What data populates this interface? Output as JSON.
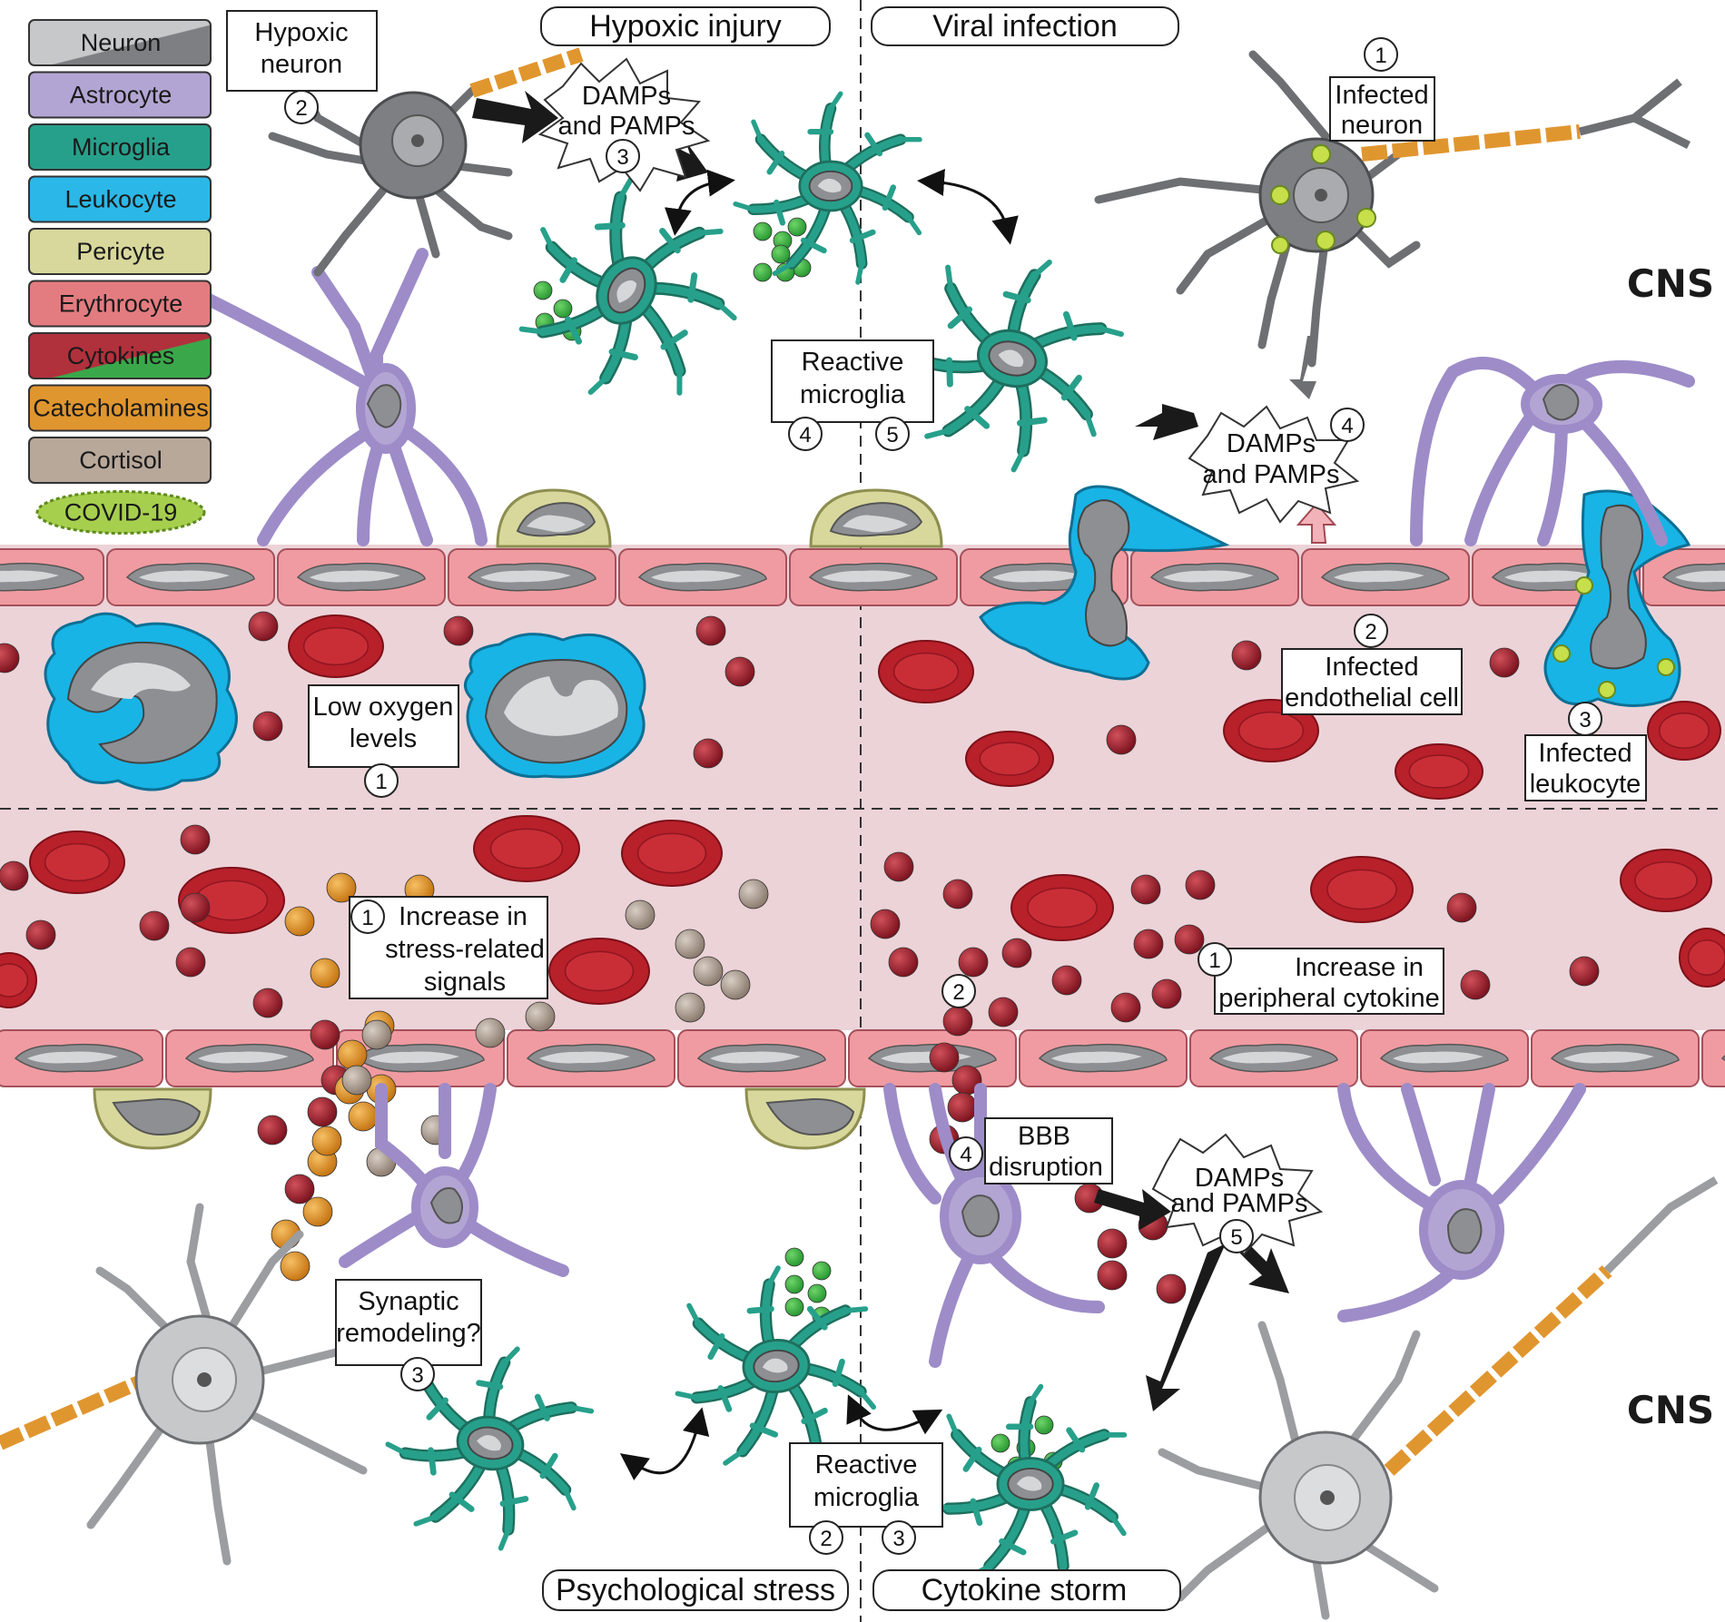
{
  "legend": [
    {
      "name": "Neuron",
      "color": "#a6a8ab"
    },
    {
      "name": "Astrocyte",
      "color": "#b3a5d3"
    },
    {
      "name": "Microglia",
      "color": "#27a08b"
    },
    {
      "name": "Leukocyte",
      "color": "#2bb8e8"
    },
    {
      "name": "Pericyte",
      "color": "#d8d89c"
    },
    {
      "name": "Erythrocyte",
      "color": "#e37c80"
    },
    {
      "name": "Cytokines",
      "color": "#b0303c"
    },
    {
      "name": "Catecholamines",
      "color": "#e0962f"
    },
    {
      "name": "Cortisol",
      "color": "#b8a89a"
    },
    {
      "name": "COVID-19",
      "color": "#a7cf4e"
    }
  ],
  "panels": {
    "top_left": "Hypoxic injury",
    "top_right": "Viral infection",
    "bottom_left": "Psychological stress",
    "bottom_right": "Cytokine storm"
  },
  "cns_label": "CNS",
  "hypoxic": {
    "hypoxic_neuron": [
      "Hypoxic",
      "neuron"
    ],
    "hypoxic_neuron_num": "2",
    "damps": [
      "DAMPs",
      "and PAMPs"
    ],
    "damps_num": "3",
    "low_oxygen": [
      "Low oxygen",
      "levels"
    ],
    "low_oxygen_num": "1",
    "reactive": [
      "Reactive",
      "microglia"
    ],
    "reactive_nums": [
      "4",
      "5"
    ]
  },
  "viral": {
    "infected_neuron": [
      "Infected",
      "neuron"
    ],
    "infected_neuron_num": "1",
    "damps": [
      "DAMPs",
      "and PAMPs"
    ],
    "damps_num": "4",
    "endothelial": [
      "Infected",
      "endothelial cell"
    ],
    "endothelial_num": "2",
    "leukocyte": [
      "Infected",
      "leukocyte"
    ],
    "leukocyte_num": "3"
  },
  "stress": {
    "signals": [
      "Increase in",
      "stress-related",
      "signals"
    ],
    "signals_num": "1",
    "synaptic": [
      "Synaptic",
      "remodeling?"
    ],
    "synaptic_num": "3",
    "reactive": [
      "Reactive",
      "microglia"
    ],
    "reactive_nums": [
      "2",
      "3"
    ]
  },
  "storm": {
    "cytokine": [
      "Increase in",
      "peripheral cytokine"
    ],
    "cytokine_num": "1",
    "bbb": [
      "BBB",
      "disruption"
    ],
    "bbb_num": "4",
    "bbb_step_num": "2",
    "damps": [
      "DAMPs",
      "and PAMPs"
    ],
    "damps_num": "5"
  }
}
